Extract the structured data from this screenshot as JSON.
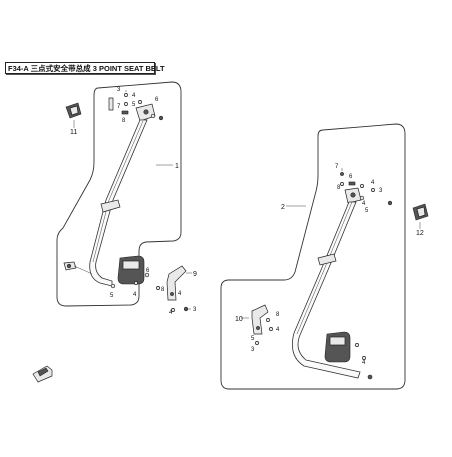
{
  "title": "F34-A 三点式安全带总成 3 POINT SEAT BELT",
  "callouts": {
    "c1": "1",
    "c2": "2",
    "c3a": "3",
    "c3b": "3",
    "c3c": "3",
    "c3d": "3",
    "c4a": "4",
    "c4b": "4",
    "c4c": "4",
    "c4d": "4",
    "c4e": "4",
    "c4f": "4",
    "c4g": "4",
    "c4h": "4",
    "c5a": "5",
    "c5b": "5",
    "c5c": "5",
    "c5d": "5",
    "c6a": "6",
    "c6b": "6",
    "c6c": "6",
    "c7a": "7",
    "c7b": "7",
    "c8a": "8",
    "c8b": "8",
    "c8c": "8",
    "c8d": "8",
    "c9": "9",
    "c10": "10",
    "c11": "11",
    "c12": "12"
  },
  "colors": {
    "line": "#333333",
    "background": "#ffffff"
  },
  "icons": [
    "clip-cover-icon",
    "bolt-icon",
    "washer-icon",
    "nut-icon",
    "buckle-retractor-icon",
    "bracket-icon",
    "arrow-icon"
  ]
}
